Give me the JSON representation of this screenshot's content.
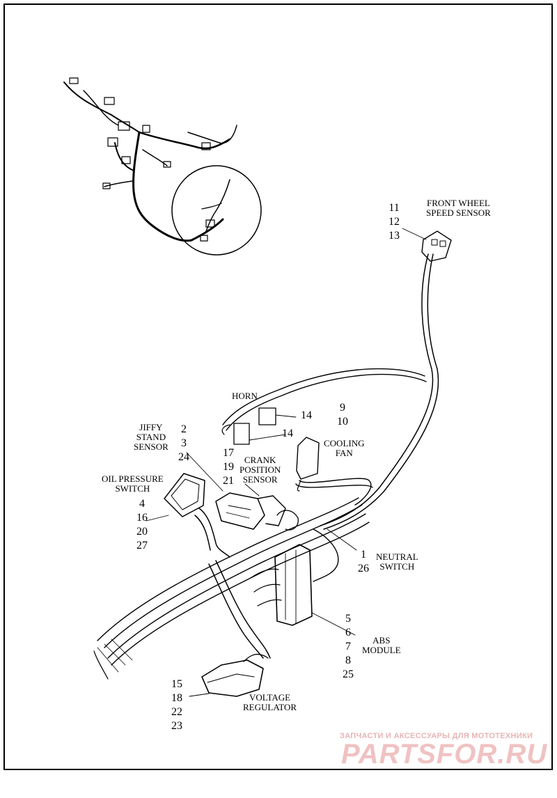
{
  "labels": {
    "front_wheel_speed_sensor": [
      "FRONT WHEEL",
      "SPEED SENSOR"
    ],
    "horn": "HORN",
    "jiffy_stand_sensor": [
      "JIFFY",
      "STAND",
      "SENSOR"
    ],
    "cooling_fan": [
      "COOLING",
      "FAN"
    ],
    "crank_position_sensor": [
      "CRANK",
      "POSITION",
      "SENSOR"
    ],
    "oil_pressure_switch": [
      "OIL PRESSURE",
      "SWITCH"
    ],
    "neutral_switch": [
      "NEUTRAL",
      "SWITCH"
    ],
    "abs_module": [
      "ABS",
      "MODULE"
    ],
    "voltage_regulator": [
      "VOLTAGE",
      "REGULATOR"
    ]
  },
  "part_numbers": {
    "front_wheel_speed_sensor": [
      "11",
      "12",
      "13"
    ],
    "horn_upper": "14",
    "horn_lower": "14",
    "cooling_fan": [
      "9",
      "10"
    ],
    "jiffy_stand_sensor": [
      "2",
      "3",
      "24"
    ],
    "crank_position_sensor": [
      "17",
      "19",
      "21"
    ],
    "oil_pressure_switch": [
      "4",
      "16",
      "20",
      "27"
    ],
    "neutral_switch": [
      "1",
      "26"
    ],
    "abs_module": [
      "5",
      "6",
      "7",
      "8",
      "25"
    ],
    "voltage_regulator": [
      "15",
      "18",
      "22",
      "23"
    ]
  },
  "watermark": {
    "tagline": "ЗАПЧАСТИ И АКСЕССУАРЫ ДЛЯ МОТОТЕХНИКИ",
    "logo": "PARTSFOR.RU"
  }
}
